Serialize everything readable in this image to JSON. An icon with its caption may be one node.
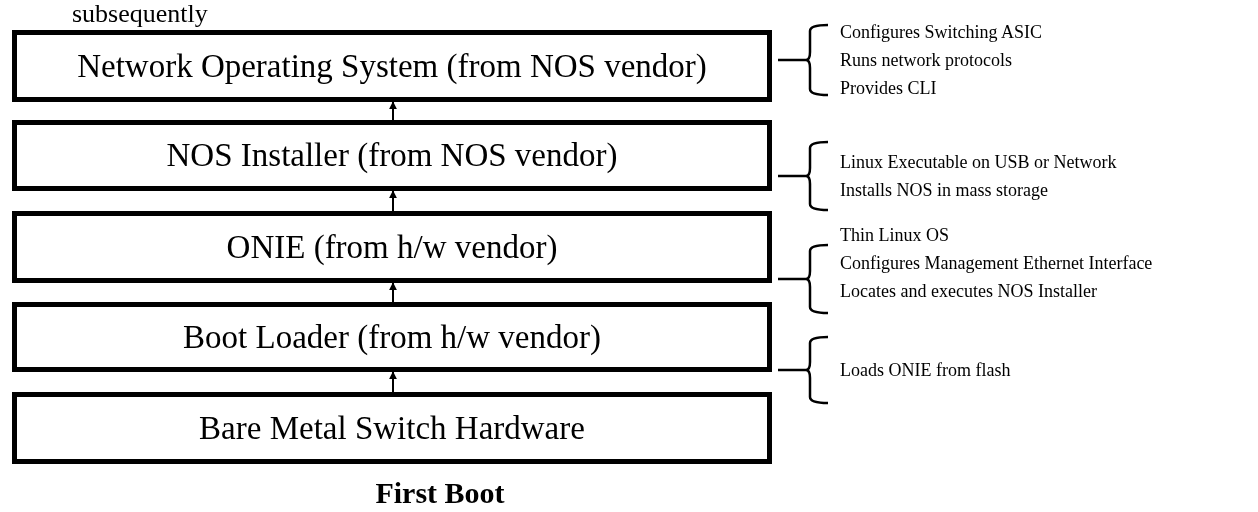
{
  "diagram": {
    "nodes": [
      {
        "text": [
          "Network Operating System (from NOS vendor)"
        ],
        "beside": [
          "Configures Switching ASIC",
          "Runs network protocols",
          "Provides CLI"
        ]
      },
      {
        "text": [
          "NOS Installer (from NOS vendor)"
        ],
        "beside": [
          "Linux Executable on USB or Network",
          "Installs NOS in mass storage"
        ]
      },
      {
        "text": [
          "ONIE (from h/w vendor)"
        ],
        "beside": [
          "Thin Linux OS",
          "Configures Management Ethernet Interface",
          "Locates and executes NOS Installer"
        ]
      },
      {
        "text": [
          "Boot Loader (from h/w vendor)"
        ],
        "beside": [
          "Loads ONIE from flash"
        ]
      },
      {
        "text": [
          "Bare Metal Switch Hardware"
        ]
      }
    ],
    "edges": [
      {
        "from": 4,
        "to": 3,
        "arrow": "to"
      },
      {
        "from": 3,
        "to": 2,
        "arrow": "to"
      },
      {
        "from": 2,
        "to": 1,
        "arrow": "to"
      },
      {
        "from": 1,
        "to": 0,
        "arrow": "to"
      }
    ],
    "labels": [
      "subsequently"
    ],
    "caption": "First Boot"
  }
}
